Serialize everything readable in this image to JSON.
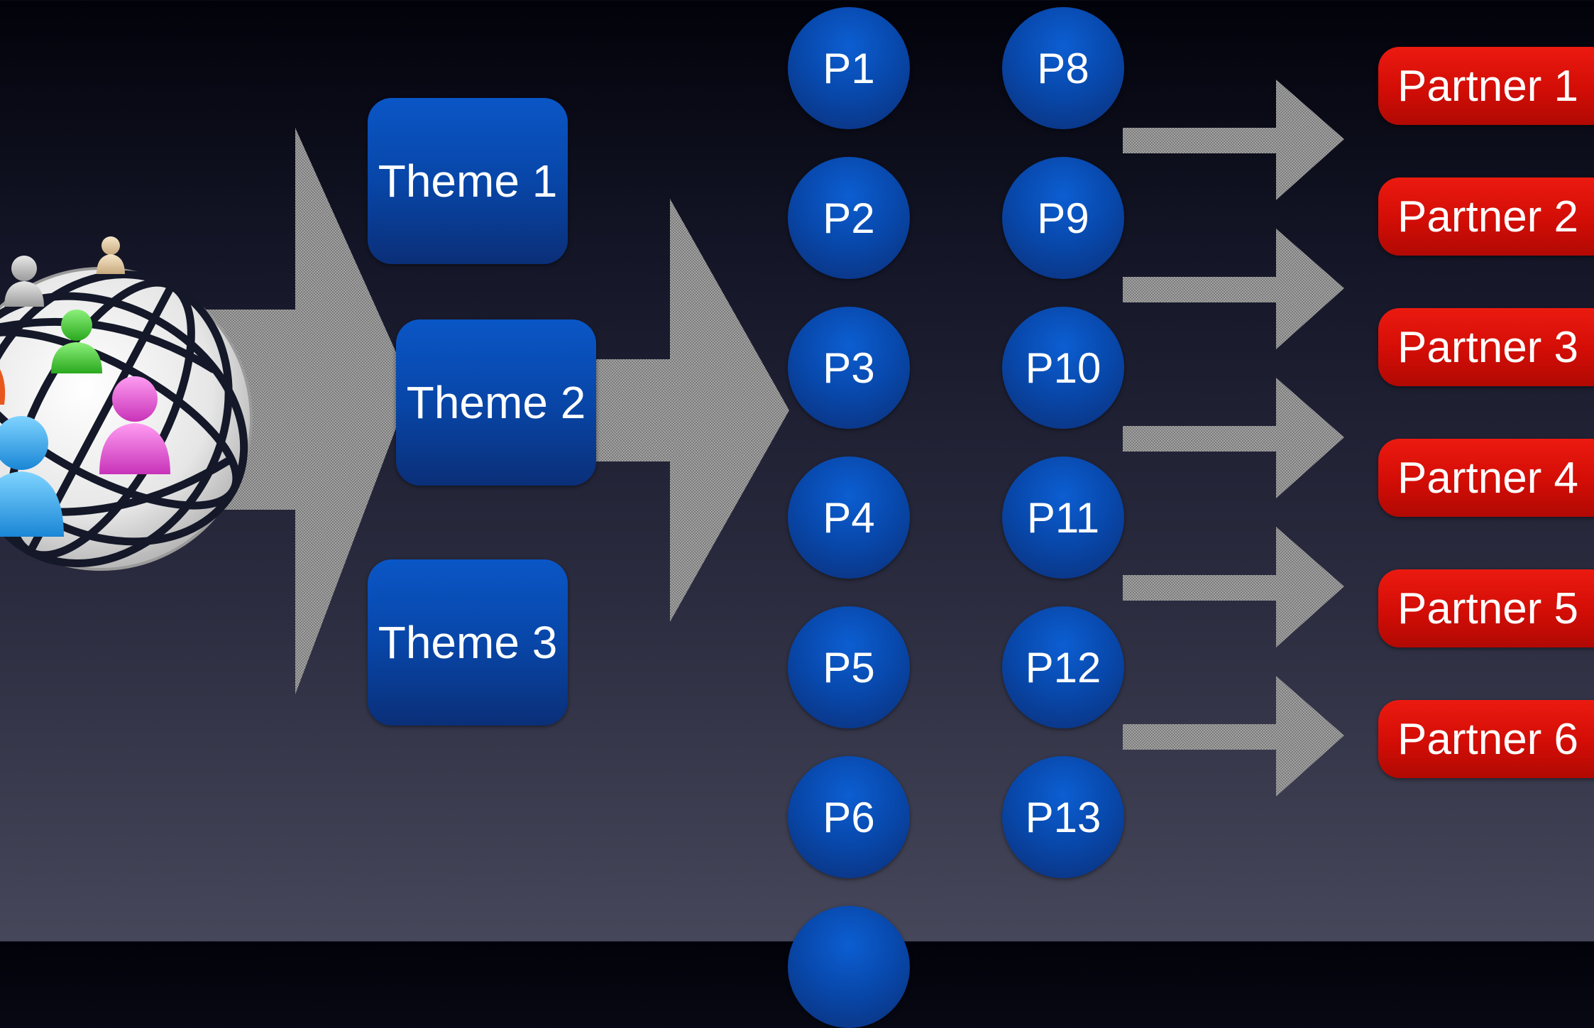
{
  "diagram": {
    "themes": [
      {
        "label": "Theme 1"
      },
      {
        "label": "Theme 2"
      },
      {
        "label": "Theme 3"
      }
    ],
    "projects_col1": [
      {
        "label": "P1"
      },
      {
        "label": "P2"
      },
      {
        "label": "P3"
      },
      {
        "label": "P4"
      },
      {
        "label": "P5"
      },
      {
        "label": "P6"
      },
      {
        "label": ""
      }
    ],
    "projects_col2": [
      {
        "label": "P8"
      },
      {
        "label": "P9"
      },
      {
        "label": "P10"
      },
      {
        "label": "P11"
      },
      {
        "label": "P12"
      },
      {
        "label": "P13"
      }
    ],
    "partners": [
      {
        "label": "Partner 1"
      },
      {
        "label": "Partner 2"
      },
      {
        "label": "Partner 3"
      },
      {
        "label": "Partner 4"
      },
      {
        "label": "Partner 5"
      },
      {
        "label": "Partner 6"
      }
    ],
    "icons": {
      "globe": "globe-with-people-icon",
      "arrow": "right-arrow-icon"
    },
    "colors": {
      "theme_blue": "#0846a8",
      "project_blue": "#0849ad",
      "partner_red": "#d20d06",
      "arrow_gray": "#8a8a8a"
    }
  }
}
